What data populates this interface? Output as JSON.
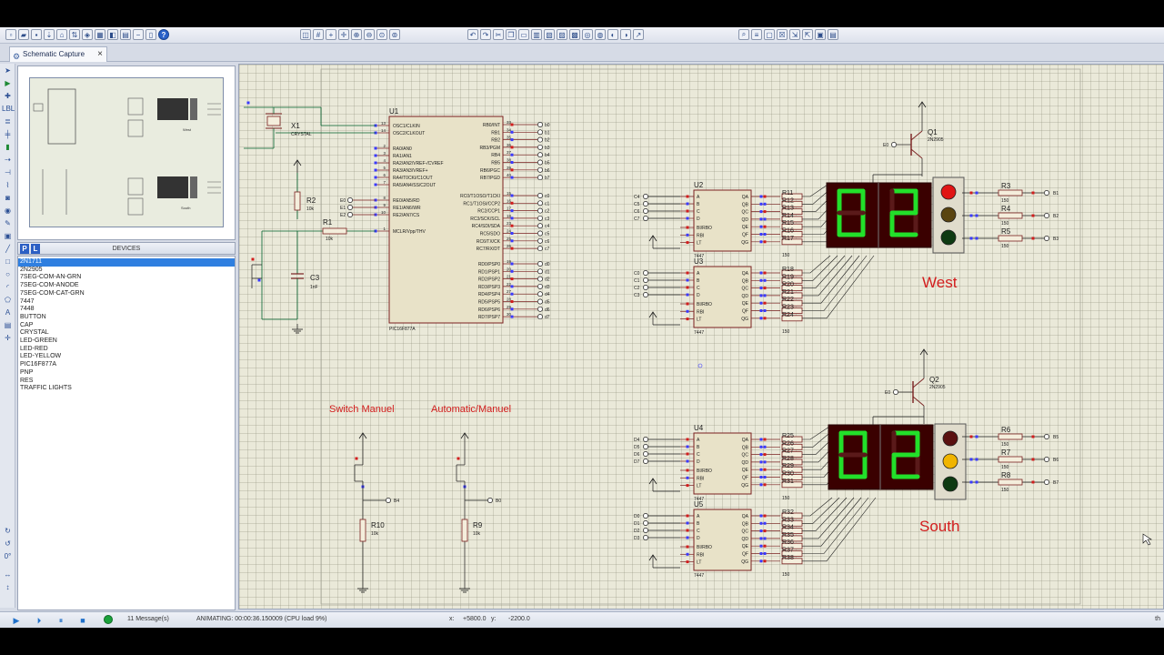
{
  "tab": {
    "label": "Schematic Capture"
  },
  "toolbar": {
    "help": "?"
  },
  "devices": {
    "header": "DEVICES",
    "p_label": "P",
    "l_label": "L",
    "items": [
      "2N1711",
      "2N2905",
      "7SEG-COM-AN-GRN",
      "7SEG-COM-ANODE",
      "7SEG-COM-CAT-GRN",
      "7447",
      "7448",
      "BUTTON",
      "CAP",
      "CRYSTAL",
      "LED-GREEN",
      "LED-RED",
      "LED-YELLOW",
      "PIC16F877A",
      "PNP",
      "RES",
      "TRAFFIC LIGHTS"
    ],
    "selected": 0
  },
  "overview": {
    "labels": {
      "west": "West",
      "south": "South"
    }
  },
  "status": {
    "messages": "11 Message(s)",
    "animating": "ANIMATING: 00:00:36.150009 (CPU load 9%)",
    "coord_x_label": "x:",
    "coord_x": "+5800.0",
    "coord_y_label": "y:",
    "coord_y": "-2200.0",
    "corner": "th"
  },
  "schematic": {
    "west_label": "West",
    "south_label": "South",
    "switch_label": "Switch Manuel",
    "auto_label": "Automatic/Manuel",
    "mcu": {
      "ref": "U1",
      "part": "PIC16F877A",
      "left_pins": [
        {
          "num": "13",
          "name": "OSC1/CLKIN"
        },
        {
          "num": "14",
          "name": "OSC2/CLKOUT"
        },
        {
          "num": "2",
          "name": "RA0/AN0"
        },
        {
          "num": "3",
          "name": "RA1/AN1"
        },
        {
          "num": "4",
          "name": "RA2/AN2/VREF-/CVREF"
        },
        {
          "num": "5",
          "name": "RA3/AN3/VREF+"
        },
        {
          "num": "6",
          "name": "RA4/T0CKI/C1OUT"
        },
        {
          "num": "7",
          "name": "RA5/AN4/SS/C2OUT"
        },
        {
          "num": "8",
          "name": "RE0/AN5/RD"
        },
        {
          "num": "9",
          "name": "RE1/AN6/WR"
        },
        {
          "num": "10",
          "name": "RE2/AN7/CS"
        },
        {
          "num": "1",
          "name": "MCLR/Vpp/THV"
        }
      ],
      "right_pins": [
        {
          "num": "33",
          "name": "RB0/INT",
          "net": "b0"
        },
        {
          "num": "34",
          "name": "RB1",
          "net": "b1"
        },
        {
          "num": "35",
          "name": "RB2",
          "net": "b2"
        },
        {
          "num": "36",
          "name": "RB3/PGM",
          "net": "b3"
        },
        {
          "num": "37",
          "name": "RB4",
          "net": "b4"
        },
        {
          "num": "38",
          "name": "RB5",
          "net": "b5"
        },
        {
          "num": "39",
          "name": "RB6/PGC",
          "net": "b6"
        },
        {
          "num": "40",
          "name": "RB7/PGD",
          "net": "b7"
        },
        {
          "num": "15",
          "name": "RC0/T1OSO/T1CKI",
          "net": "c0"
        },
        {
          "num": "16",
          "name": "RC1/T1OSI/CCP2",
          "net": "c1"
        },
        {
          "num": "17",
          "name": "RC2/CCP1",
          "net": "c2"
        },
        {
          "num": "18",
          "name": "RC3/SCK/SCL",
          "net": "c3"
        },
        {
          "num": "23",
          "name": "RC4/SDI/SDA",
          "net": "c4"
        },
        {
          "num": "24",
          "name": "RC5/SDO",
          "net": "c5"
        },
        {
          "num": "25",
          "name": "RC6/TX/CK",
          "net": "c6"
        },
        {
          "num": "26",
          "name": "RC7/RX/DT",
          "net": "c7"
        },
        {
          "num": "19",
          "name": "RD0/PSP0",
          "net": "d0"
        },
        {
          "num": "20",
          "name": "RD1/PSP1",
          "net": "d1"
        },
        {
          "num": "21",
          "name": "RD2/PSP2",
          "net": "d2"
        },
        {
          "num": "22",
          "name": "RD3/PSP3",
          "net": "d3"
        },
        {
          "num": "27",
          "name": "RD4/PSP4",
          "net": "d4"
        },
        {
          "num": "28",
          "name": "RD5/PSP5",
          "net": "d5"
        },
        {
          "num": "29",
          "name": "RD6/PSP6",
          "net": "d6"
        },
        {
          "num": "30",
          "name": "RD7/PSP7",
          "net": "d7"
        }
      ]
    },
    "crystal": {
      "ref": "X1",
      "part": "CRYSTAL"
    },
    "r2": {
      "ref": "R2",
      "value": "10k"
    },
    "r1": {
      "ref": "R1",
      "value": "10k"
    },
    "c3": {
      "ref": "C3",
      "value": "1nF"
    },
    "r10": {
      "ref": "R10",
      "value": "10k",
      "net": "B4"
    },
    "r9": {
      "ref": "R9",
      "value": "10k",
      "net": "B0"
    },
    "re_nets": [
      "E0",
      "E1",
      "E2"
    ],
    "decoders": [
      {
        "ref": "U2",
        "part": "7447",
        "inputs": [
          "C4",
          "C5",
          "C6",
          "C7"
        ]
      },
      {
        "ref": "U3",
        "part": "7447",
        "inputs": [
          "C0",
          "C1",
          "C2",
          "C3"
        ]
      },
      {
        "ref": "U4",
        "part": "7447",
        "inputs": [
          "D4",
          "D5",
          "D6",
          "D7"
        ]
      },
      {
        "ref": "U5",
        "part": "7447",
        "inputs": [
          "D0",
          "D1",
          "D2",
          "D3"
        ]
      }
    ],
    "decoder_in_pins": [
      "A",
      "B",
      "C",
      "D",
      "BI/RBO",
      "RBI",
      "LT"
    ],
    "decoder_out_pins": [
      "QA",
      "QB",
      "QC",
      "QD",
      "QE",
      "QF",
      "QG"
    ],
    "resistor_banks": [
      {
        "refs": [
          "R11",
          "R12",
          "R13",
          "R14",
          "R15",
          "R16",
          "R17"
        ],
        "value": "150"
      },
      {
        "refs": [
          "R18",
          "R19",
          "R20",
          "R21",
          "R22",
          "R23",
          "R24"
        ],
        "value": "150"
      },
      {
        "refs": [
          "R25",
          "R26",
          "R27",
          "R28",
          "R29",
          "R30",
          "R31"
        ],
        "value": "150"
      },
      {
        "refs": [
          "R32",
          "R33",
          "R34",
          "R35",
          "R36",
          "R37",
          "R38"
        ],
        "value": "150"
      }
    ],
    "transistors": [
      {
        "ref": "Q1",
        "part": "2N2905",
        "base_net": "E0"
      },
      {
        "ref": "Q2",
        "part": "2N2905",
        "base_net": "E0"
      }
    ],
    "west_display": {
      "digits": [
        "0",
        "2"
      ],
      "color": "#22e02a"
    },
    "south_display": {
      "digits": [
        "0",
        "2"
      ],
      "color": "#22e02a"
    },
    "west_light": {
      "red_on": true,
      "yellow_on": false,
      "green_on": false
    },
    "south_light": {
      "red_on": false,
      "yellow_on": true,
      "green_on": false
    },
    "west_resistors": [
      {
        "ref": "R3",
        "value": "150",
        "net": "B1"
      },
      {
        "ref": "R4",
        "value": "150",
        "net": "B2"
      },
      {
        "ref": "R5",
        "value": "150",
        "net": "B3"
      }
    ],
    "south_resistors": [
      {
        "ref": "R6",
        "value": "150",
        "net": "B5"
      },
      {
        "ref": "R7",
        "value": "150",
        "net": "B6"
      },
      {
        "ref": "R8",
        "value": "150",
        "net": "B7"
      }
    ],
    "colors": {
      "wire": "#00612b",
      "part": "#7a2020",
      "label_red": "#d21d1d",
      "ink": "#1a1a1a"
    }
  }
}
